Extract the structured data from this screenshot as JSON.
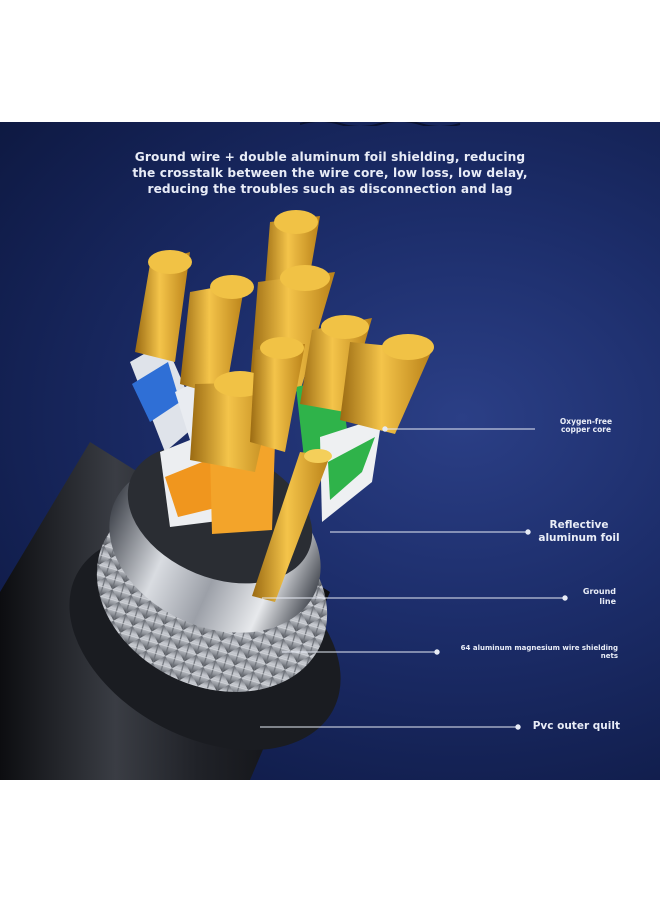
{
  "headline": {
    "line1": "Ground wire + double aluminum foil shielding, reducing",
    "line2": "the crosstalk between the wire core, low loss, low delay,",
    "line3": "reducing the troubles such as disconnection and lag"
  },
  "callouts": {
    "copper_line1": "Oxygen-free",
    "copper_line2": "copper core",
    "foil_line1": "Reflective",
    "foil_line2": "aluminum foil",
    "ground_line1": "Ground",
    "ground_line2": "line",
    "nets_line1": "64 aluminum magnesium wire shielding",
    "nets_line2": "nets",
    "pvc": "Pvc outer quilt"
  },
  "colors": {
    "background": "#1c2d6a",
    "copper": "#e0a526",
    "pair_blue": "#2f6fd6",
    "pair_green": "#2fb34a",
    "pair_orange": "#f0961e",
    "jacket": "#1b1d22"
  }
}
